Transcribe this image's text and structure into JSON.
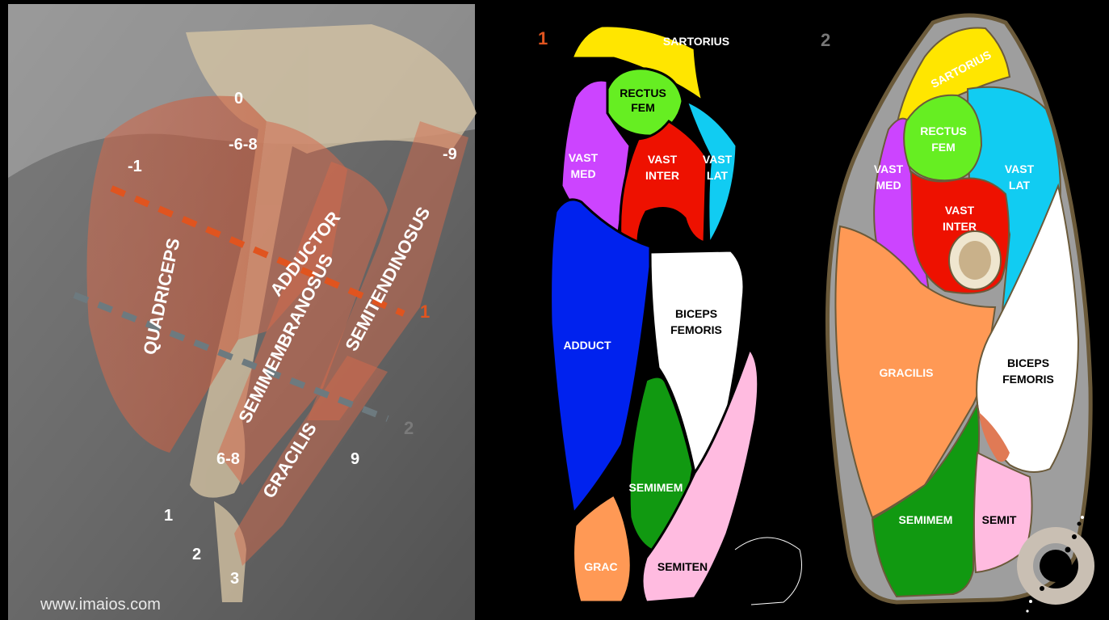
{
  "colors": {
    "background": "#000000",
    "section1_marker": "#e0541f",
    "section2_marker": "#6d7a7f",
    "sartorius": "#ffe600",
    "rectus_femoris": "#66ee22",
    "vastus_medialis": "#cc44ff",
    "vastus_intermedius": "#ee1100",
    "vastus_lateralis": "#11ccf2",
    "adductor": "#0022ee",
    "biceps_femoris": "#ffffff",
    "semimembranosus": "#119911",
    "semitendinosus": "#ffbbe0",
    "gracilis": "#ff9955",
    "fascia": "#9e9e9e",
    "outline": "#6b5a3a",
    "bone": "#d7c2a0",
    "muscle_overlay": "#d46a4c"
  },
  "xray_panel": {
    "level_labels": {
      "zero": "0",
      "minus_one": "-1",
      "minus_six_eight": "-6-8",
      "minus_nine": "-9",
      "six_eight": "6-8",
      "nine": "9",
      "one": "1",
      "two": "2",
      "three": "3"
    },
    "muscle_labels": {
      "quadriceps": "QUADRICEPS",
      "adductor": "ADDUCTOR",
      "semimembranosus": "SEMIMEMBRANOSUS",
      "semitendinosus": "SEMITENDINOSUS",
      "gracilis": "GRACILIS"
    },
    "section_line_labels": {
      "section1": "1",
      "section2": "2"
    },
    "credit": "www.imaios.com"
  },
  "section1": {
    "number": "1",
    "labels": {
      "sartorius": "SARTORIUS",
      "rectus_line1": "RECTUS",
      "rectus_line2": "FEM",
      "vast_med_line1": "VAST",
      "vast_med_line2": "MED",
      "vast_inter_line1": "VAST",
      "vast_inter_line2": "INTER",
      "vast_lat_line1": "VAST",
      "vast_lat_line2": "LAT",
      "adduct": "ADDUCT",
      "biceps_line1": "BICEPS",
      "biceps_line2": "FEMORIS",
      "semimem": "SEMIMEM",
      "grac": "GRAC",
      "semiten": "SEMITEN"
    }
  },
  "section2": {
    "number": "2",
    "labels": {
      "sartorius": "SARTORIUS",
      "rectus_line1": "RECTUS",
      "rectus_line2": "FEM",
      "vast_med_line1": "VAST",
      "vast_med_line2": "MED",
      "vast_inter_line1": "VAST",
      "vast_inter_line2": "INTER",
      "vast_lat_line1": "VAST",
      "vast_lat_line2": "LAT",
      "gracilis": "GRACILIS",
      "biceps_line1": "BICEPS",
      "biceps_line2": "FEMORIS",
      "semimem": "SEMIMEM",
      "semit": "SEMIT"
    }
  }
}
